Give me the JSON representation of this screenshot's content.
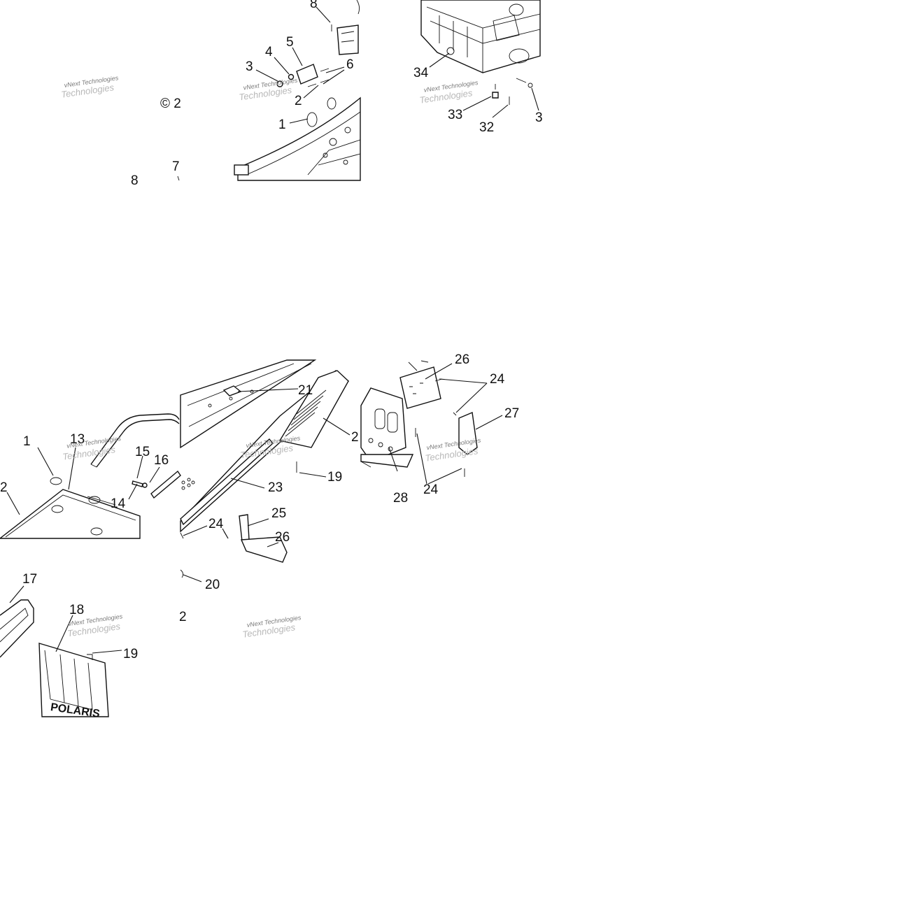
{
  "copyright_fragment": "© 2",
  "watermark_text": "vNext Technologies",
  "callouts": {
    "top_left": [
      "8",
      "5",
      "4",
      "6",
      "3",
      "2",
      "1",
      "7",
      "8"
    ],
    "top_right": [
      "34",
      "33",
      "32",
      "3"
    ],
    "bottom_left": [
      "1",
      "13",
      "15",
      "16",
      "14",
      "2",
      "17",
      "18",
      "19"
    ],
    "bottom_right": [
      "26",
      "24",
      "21",
      "27",
      "2",
      "19",
      "23",
      "28",
      "24",
      "25",
      "24",
      "26",
      "20",
      "2"
    ]
  },
  "badge_text": "POLARIS"
}
